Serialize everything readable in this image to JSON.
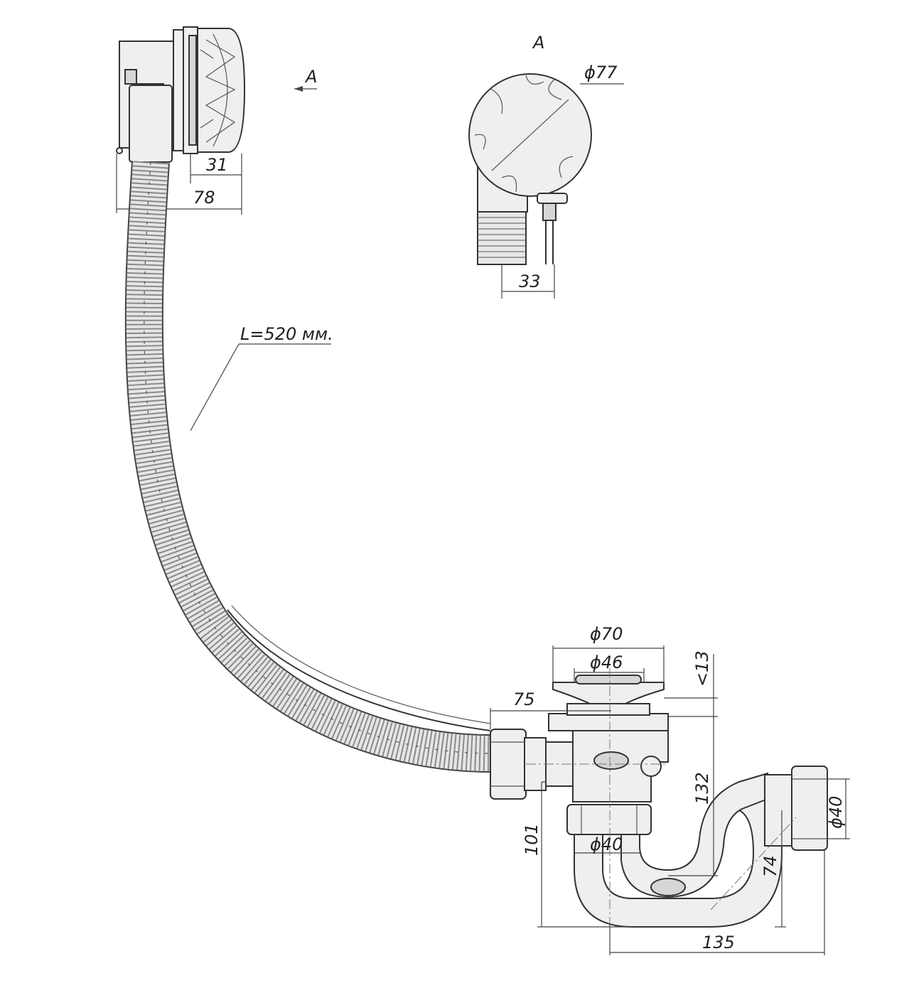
{
  "labels": {
    "view_marker_main": "A",
    "view_title": "A",
    "dim_outlet_depth": "31",
    "dim_overflow_width": "78",
    "dim_cover_diameter": "ϕ77",
    "dim_view_hose": "33",
    "dim_hose_length": "L=520 мм.",
    "dim_flange_outer": "ϕ70",
    "dim_flange_inner": "ϕ46",
    "dim_flange_height": "<13",
    "dim_hose_offset": "75",
    "dim_body_height": "132",
    "dim_trap_depth": "101",
    "dim_trap_inlet": "ϕ40",
    "dim_trap_bend": "74",
    "dim_outlet_diameter": "ϕ40",
    "dim_trap_length": "135"
  },
  "colors": {
    "line": "#333333",
    "fill": "#efefef",
    "shade": "#d6d6d6",
    "background": "#ffffff"
  }
}
